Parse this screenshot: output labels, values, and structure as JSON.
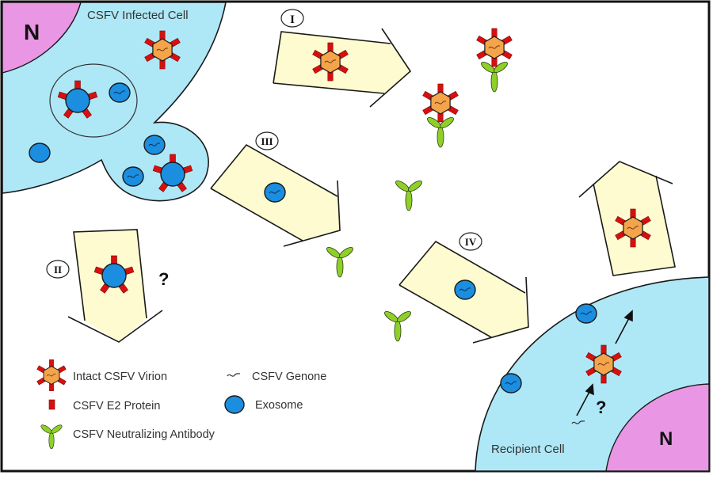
{
  "diagram": {
    "title": "CSFV exosome-mediated transmission pathways",
    "colors": {
      "cell": "#aee8f7",
      "nucleus": "#e996e4",
      "arrow_fill": "#fdfbcf",
      "virion_core": "#f4a44a",
      "e2_protein": "#d80f0f",
      "exosome": "#1b8ee0",
      "antibody": "#8fcf2a",
      "outline": "#1a1a1a"
    },
    "labels": {
      "infected_cell": "CSFV Infected Cell",
      "recipient_cell": "Recipient Cell",
      "nucleus_top": "N",
      "nucleus_bottom": "N",
      "question_pathway_ii": "?",
      "question_recipient": "?"
    },
    "pathways": [
      {
        "id": "I",
        "label": "I",
        "cargo": "Intact CSFV Virion",
        "direction": "right"
      },
      {
        "id": "II",
        "label": "II",
        "cargo": "Exosome with CSFV E2 Protein",
        "direction": "down"
      },
      {
        "id": "III",
        "label": "III",
        "cargo": "Exosome with CSFV Genome",
        "direction": "down-right"
      },
      {
        "id": "IV",
        "label": "IV",
        "cargo": "Exosome with CSFV Genome",
        "direction": "down-right"
      },
      {
        "id": "V",
        "label": "",
        "cargo": "Intact CSFV Virion",
        "direction": "up"
      }
    ],
    "legend": [
      {
        "icon": "virion-icon",
        "label": "Intact CSFV Virion"
      },
      {
        "icon": "genome-icon",
        "label": "CSFV Genone"
      },
      {
        "icon": "e2-protein-icon",
        "label": "CSFV E2 Protein"
      },
      {
        "icon": "exosome-icon",
        "label": "Exosome"
      },
      {
        "icon": "antibody-icon",
        "label": "CSFV Neutralizing Antibody"
      }
    ]
  }
}
